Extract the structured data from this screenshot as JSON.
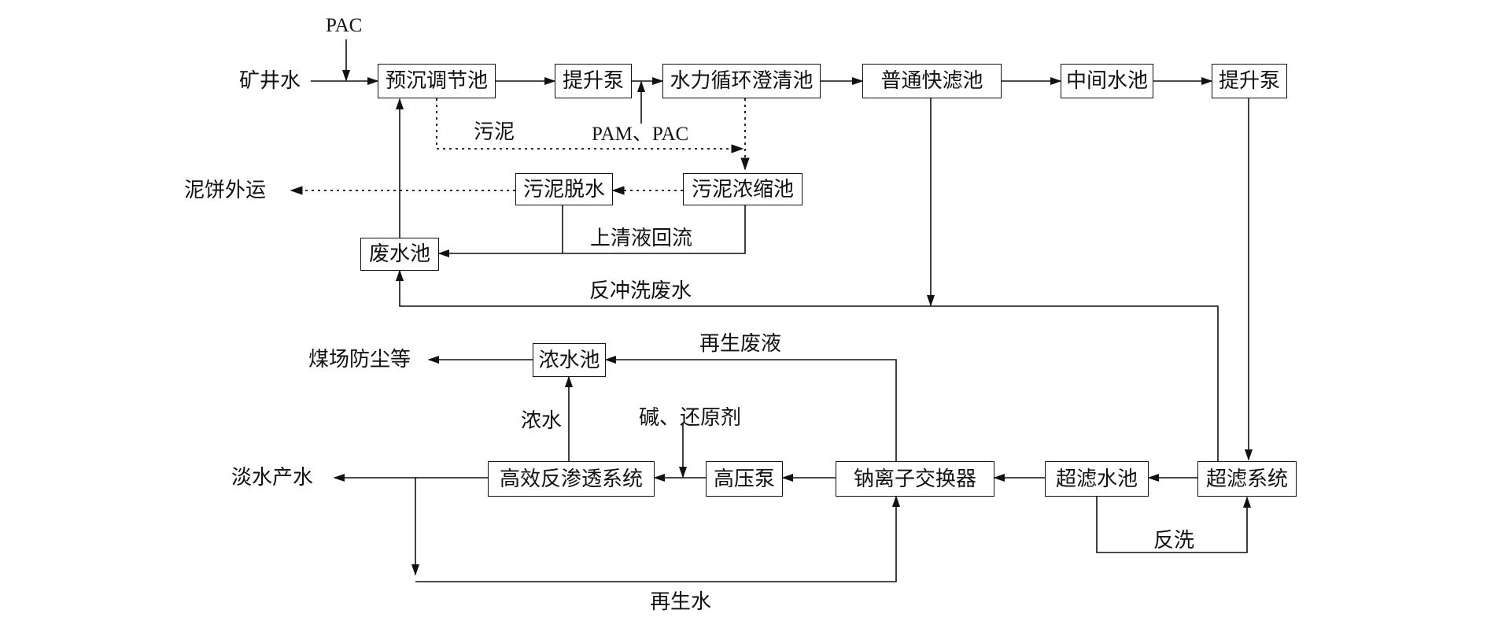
{
  "nodes": {
    "presettle": "预沉调节池",
    "lift_pump_1": "提升泵",
    "clarifier": "水力循环澄清池",
    "fast_filter": "普通快滤池",
    "middle_pool": "中间水池",
    "lift_pump_2": "提升泵",
    "sludge_dewater": "污泥脱水",
    "sludge_thicken": "污泥浓缩池",
    "waste_pool": "废水池",
    "conc_pool": "浓水池",
    "ro_system": "高效反渗透系统",
    "hp_pump": "高压泵",
    "na_exchanger": "钠离子交换器",
    "uf_pool": "超滤水池",
    "uf_system": "超滤系统"
  },
  "labels": {
    "pac_top": "PAC",
    "mine_water": "矿井水",
    "sludge": "污泥",
    "pam_pac": "PAM、PAC",
    "cake_out": "泥饼外运",
    "supernatant": "上清液回流",
    "backwash_waste": "反冲洗废水",
    "regen_waste": "再生废液",
    "coal_dust": "煤场防尘等",
    "conc_water": "浓水",
    "alkali": "碱、还原剂",
    "fresh_water": "淡水产水",
    "backwash": "反洗",
    "regen_water": "再生水"
  }
}
